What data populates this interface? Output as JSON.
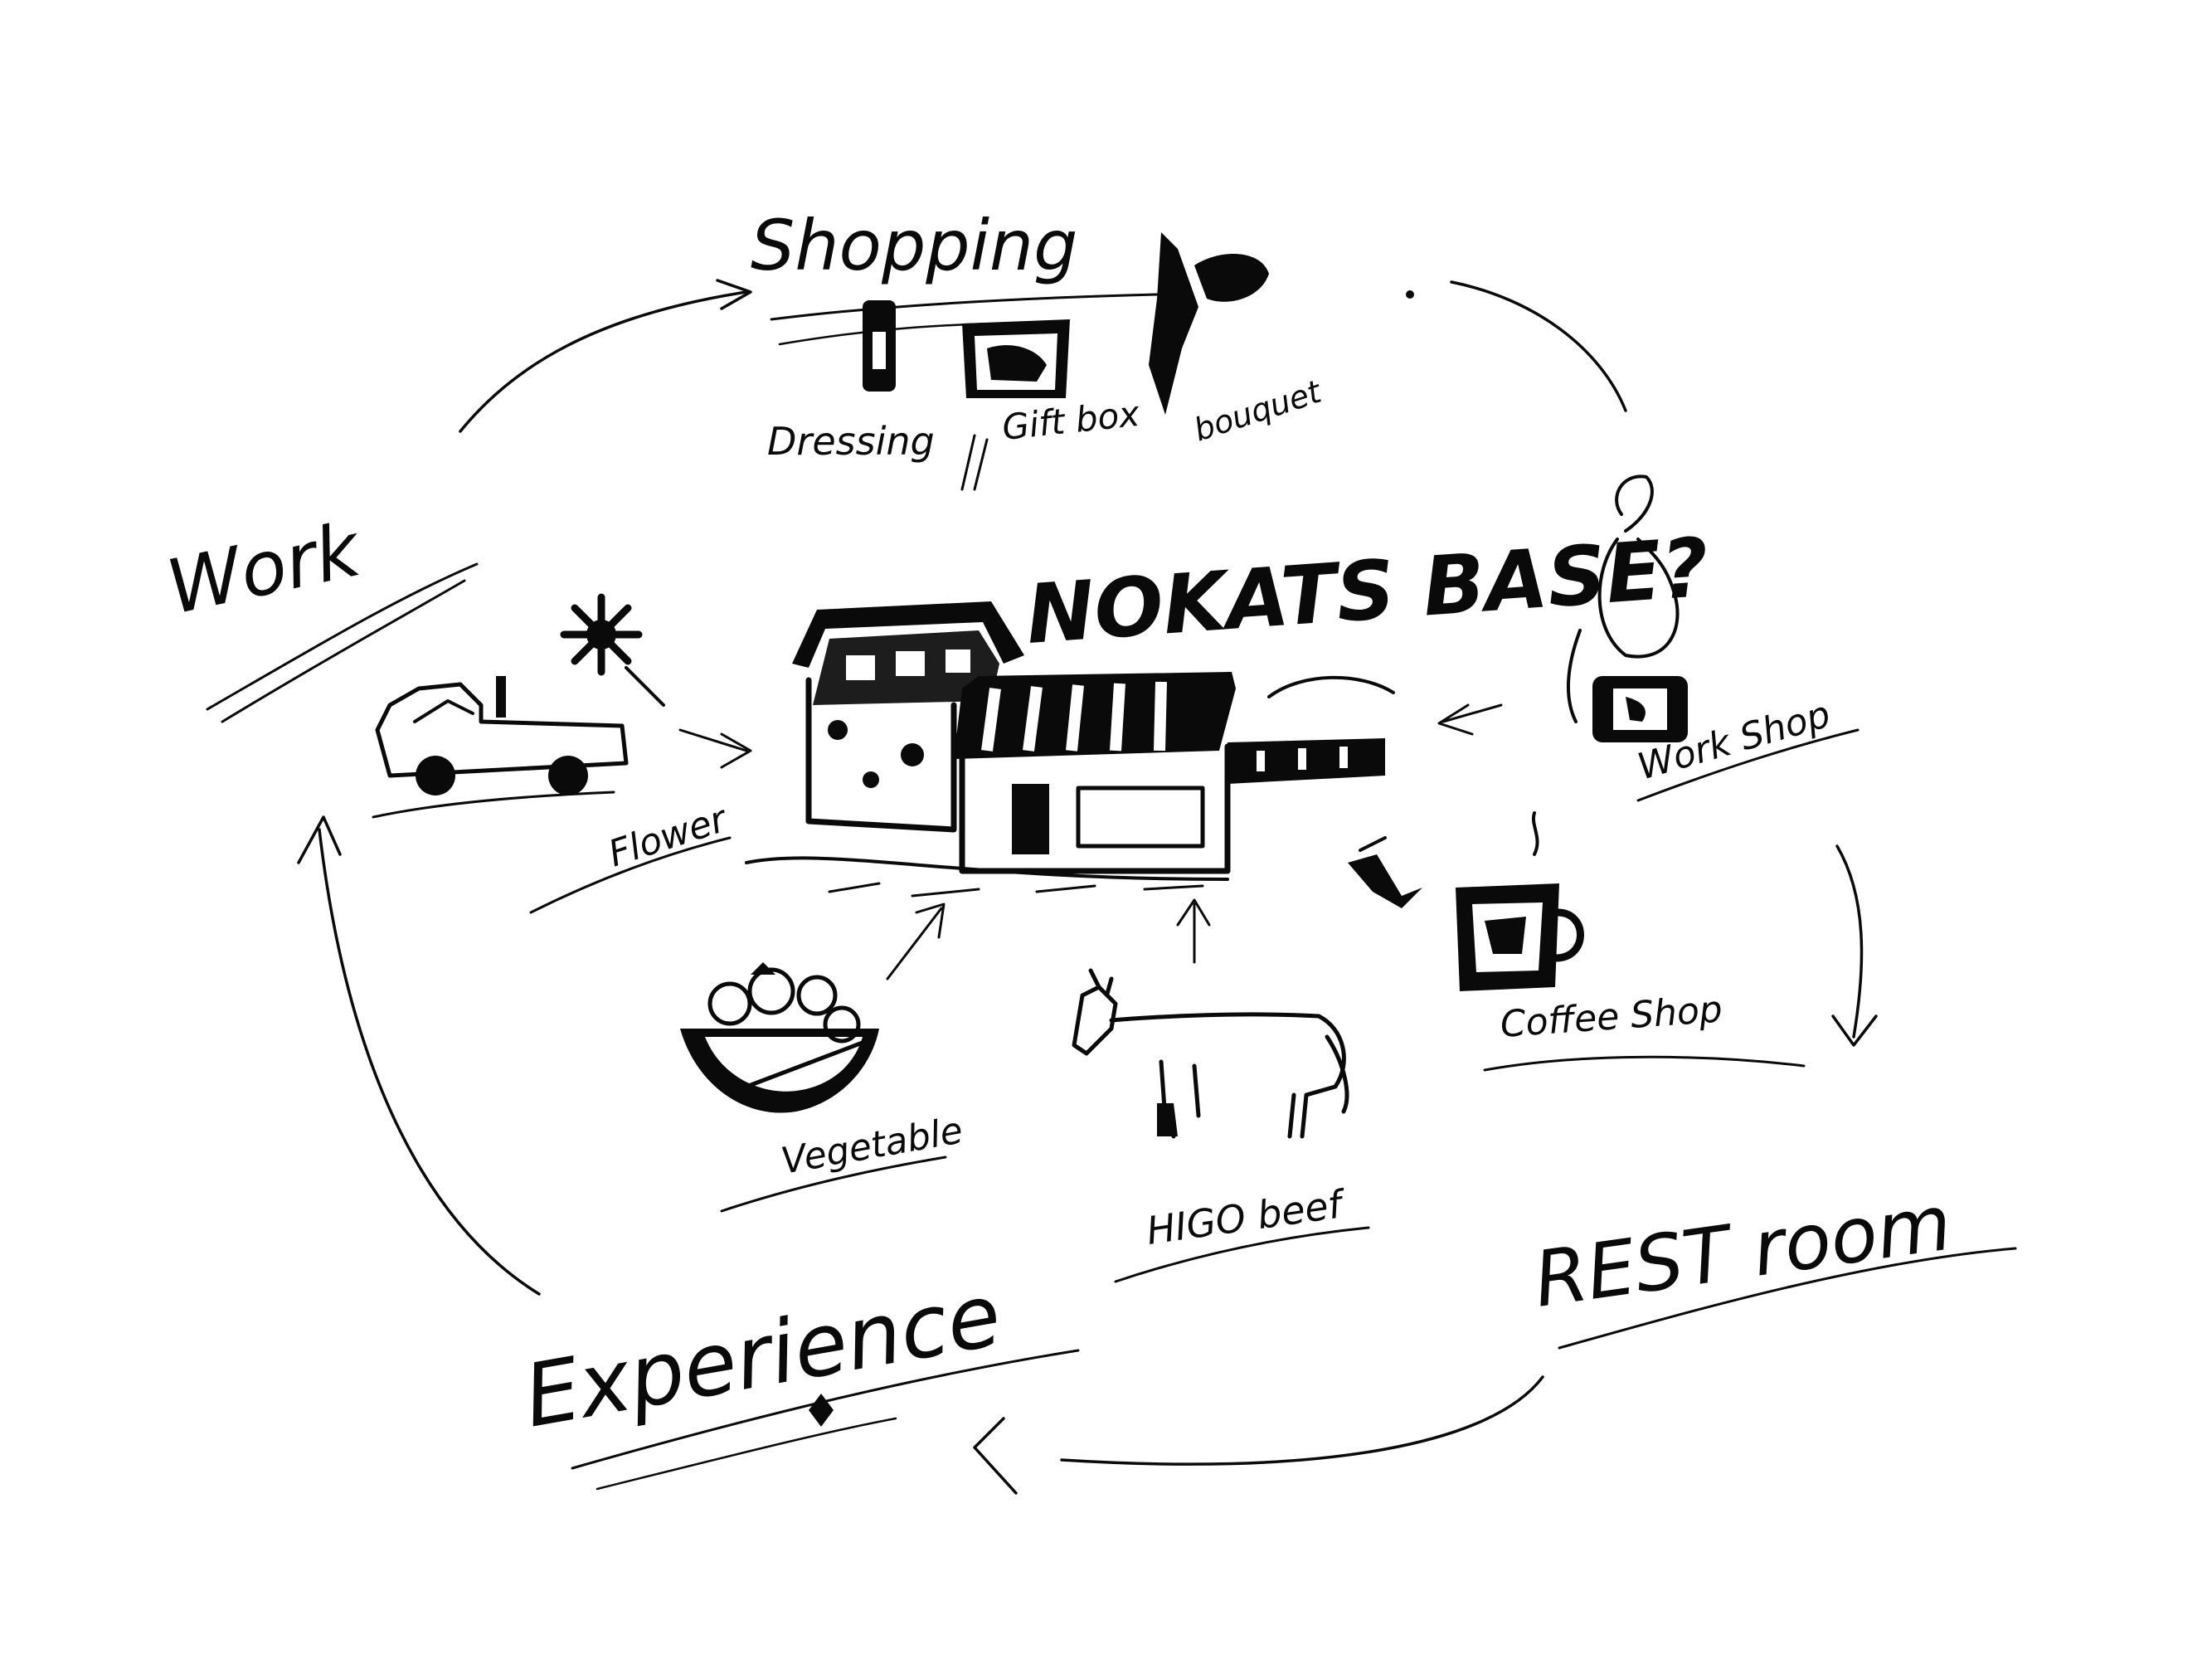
{
  "title": "NOKATS BASE?",
  "labels": {
    "shopping": "Shopping",
    "work": "Work",
    "experience": "Experience",
    "rest_room": "REST room",
    "dressing": "Dressing",
    "gift_box": "Gift box",
    "bouquet": "bouquet",
    "flower": "Flower",
    "work_shop": "Work Shop",
    "coffee_shop": "Coffee Shop",
    "vegetable": "Vegetable",
    "higo_beef": "HIGO beef"
  },
  "icons": [
    "truck-icon",
    "flower-icon",
    "shop-building-icon",
    "dressing-bottle-icon",
    "gift-box-icon",
    "bouquet-icon",
    "chef-icon",
    "coffee-cup-icon",
    "bird-icon",
    "vegetable-basket-icon",
    "cow-icon"
  ],
  "colors": {
    "ink": "#0a0a0a",
    "background": "#ffffff"
  }
}
